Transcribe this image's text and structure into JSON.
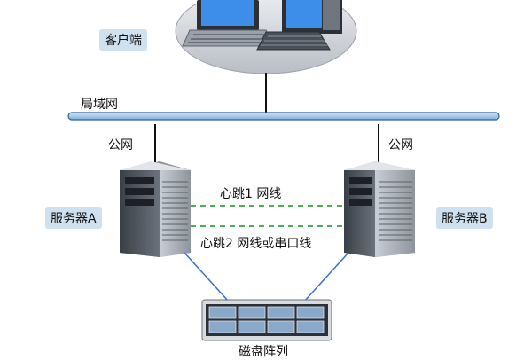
{
  "diagram": {
    "client_label": "客户端",
    "lan_label": "局域网",
    "public_net_left": "公网",
    "public_net_right": "公网",
    "server_a_label": "服务器A",
    "server_b_label": "服务器B",
    "heartbeat1_label": "心跳1  网线",
    "heartbeat2_label": "心跳2  网线或串口线",
    "storage_label": "磁盘阵列"
  },
  "icons": {
    "client": "client-computers-icon",
    "server_a": "tower-server-icon",
    "server_b": "tower-server-icon",
    "storage": "disk-array-icon"
  },
  "colors": {
    "lan_bus": "#9cc3e6",
    "lan_bus_outline": "#2d5f8f",
    "heartbeat": "#4caf50",
    "storage_link": "#3a6fd0",
    "label_bg": "#cfe0ef"
  }
}
